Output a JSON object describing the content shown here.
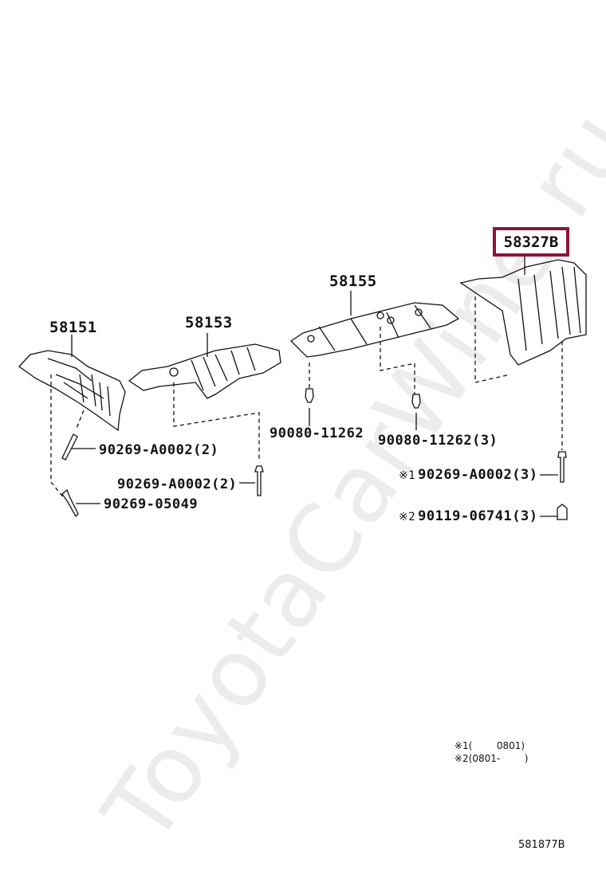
{
  "watermark": "ToyotaCarWine.ru",
  "parts": {
    "p58151": "58151",
    "p58153": "58153",
    "p58155": "58155",
    "p58327B": "58327B"
  },
  "fasteners": {
    "f1": "90269-A0002(2)",
    "f2": "90269-A0002(2)",
    "f3": "90269-05049",
    "f4": "90080-11262",
    "f5": "90080-11262(3)",
    "f6": {
      "mark": "※1",
      "code": "90269-A0002(3)"
    },
    "f7": {
      "mark": "※2",
      "code": "90119-06741(3)"
    }
  },
  "notes": {
    "n1": "※1(        0801)",
    "n2": "※2(0801-        )"
  },
  "diagram_code": "581877B",
  "highlight_color": "#8b1538"
}
